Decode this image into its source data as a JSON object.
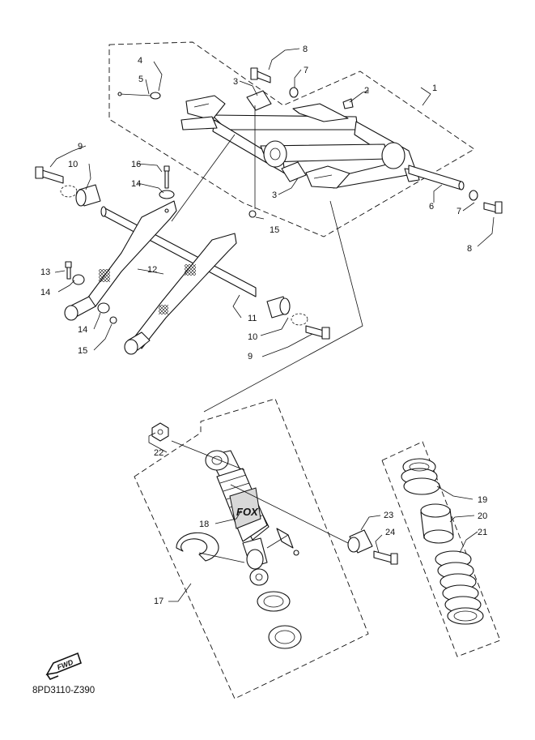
{
  "diagram": {
    "part_code": "8PD3110-Z390",
    "fwd_label": "FWD",
    "callouts": [
      {
        "id": "c1",
        "label": "1"
      },
      {
        "id": "c2",
        "label": "2"
      },
      {
        "id": "c3a",
        "label": "3"
      },
      {
        "id": "c3b",
        "label": "3"
      },
      {
        "id": "c4",
        "label": "4"
      },
      {
        "id": "c5",
        "label": "5"
      },
      {
        "id": "c6",
        "label": "6"
      },
      {
        "id": "c7a",
        "label": "7"
      },
      {
        "id": "c7b",
        "label": "7"
      },
      {
        "id": "c8a",
        "label": "8"
      },
      {
        "id": "c8b",
        "label": "8"
      },
      {
        "id": "c9a",
        "label": "9"
      },
      {
        "id": "c9b",
        "label": "9"
      },
      {
        "id": "c10a",
        "label": "10"
      },
      {
        "id": "c10b",
        "label": "10"
      },
      {
        "id": "c11",
        "label": "11"
      },
      {
        "id": "c12",
        "label": "12"
      },
      {
        "id": "c13",
        "label": "13"
      },
      {
        "id": "c14a",
        "label": "14"
      },
      {
        "id": "c14b",
        "label": "14"
      },
      {
        "id": "c14c",
        "label": "14"
      },
      {
        "id": "c15a",
        "label": "15"
      },
      {
        "id": "c15b",
        "label": "15"
      },
      {
        "id": "c16",
        "label": "16"
      },
      {
        "id": "c17",
        "label": "17"
      },
      {
        "id": "c18",
        "label": "18"
      },
      {
        "id": "c19",
        "label": "19"
      },
      {
        "id": "c20",
        "label": "20"
      },
      {
        "id": "c21",
        "label": "21"
      },
      {
        "id": "c22",
        "label": "22"
      },
      {
        "id": "c23",
        "label": "23"
      },
      {
        "id": "c24",
        "label": "24"
      }
    ]
  }
}
